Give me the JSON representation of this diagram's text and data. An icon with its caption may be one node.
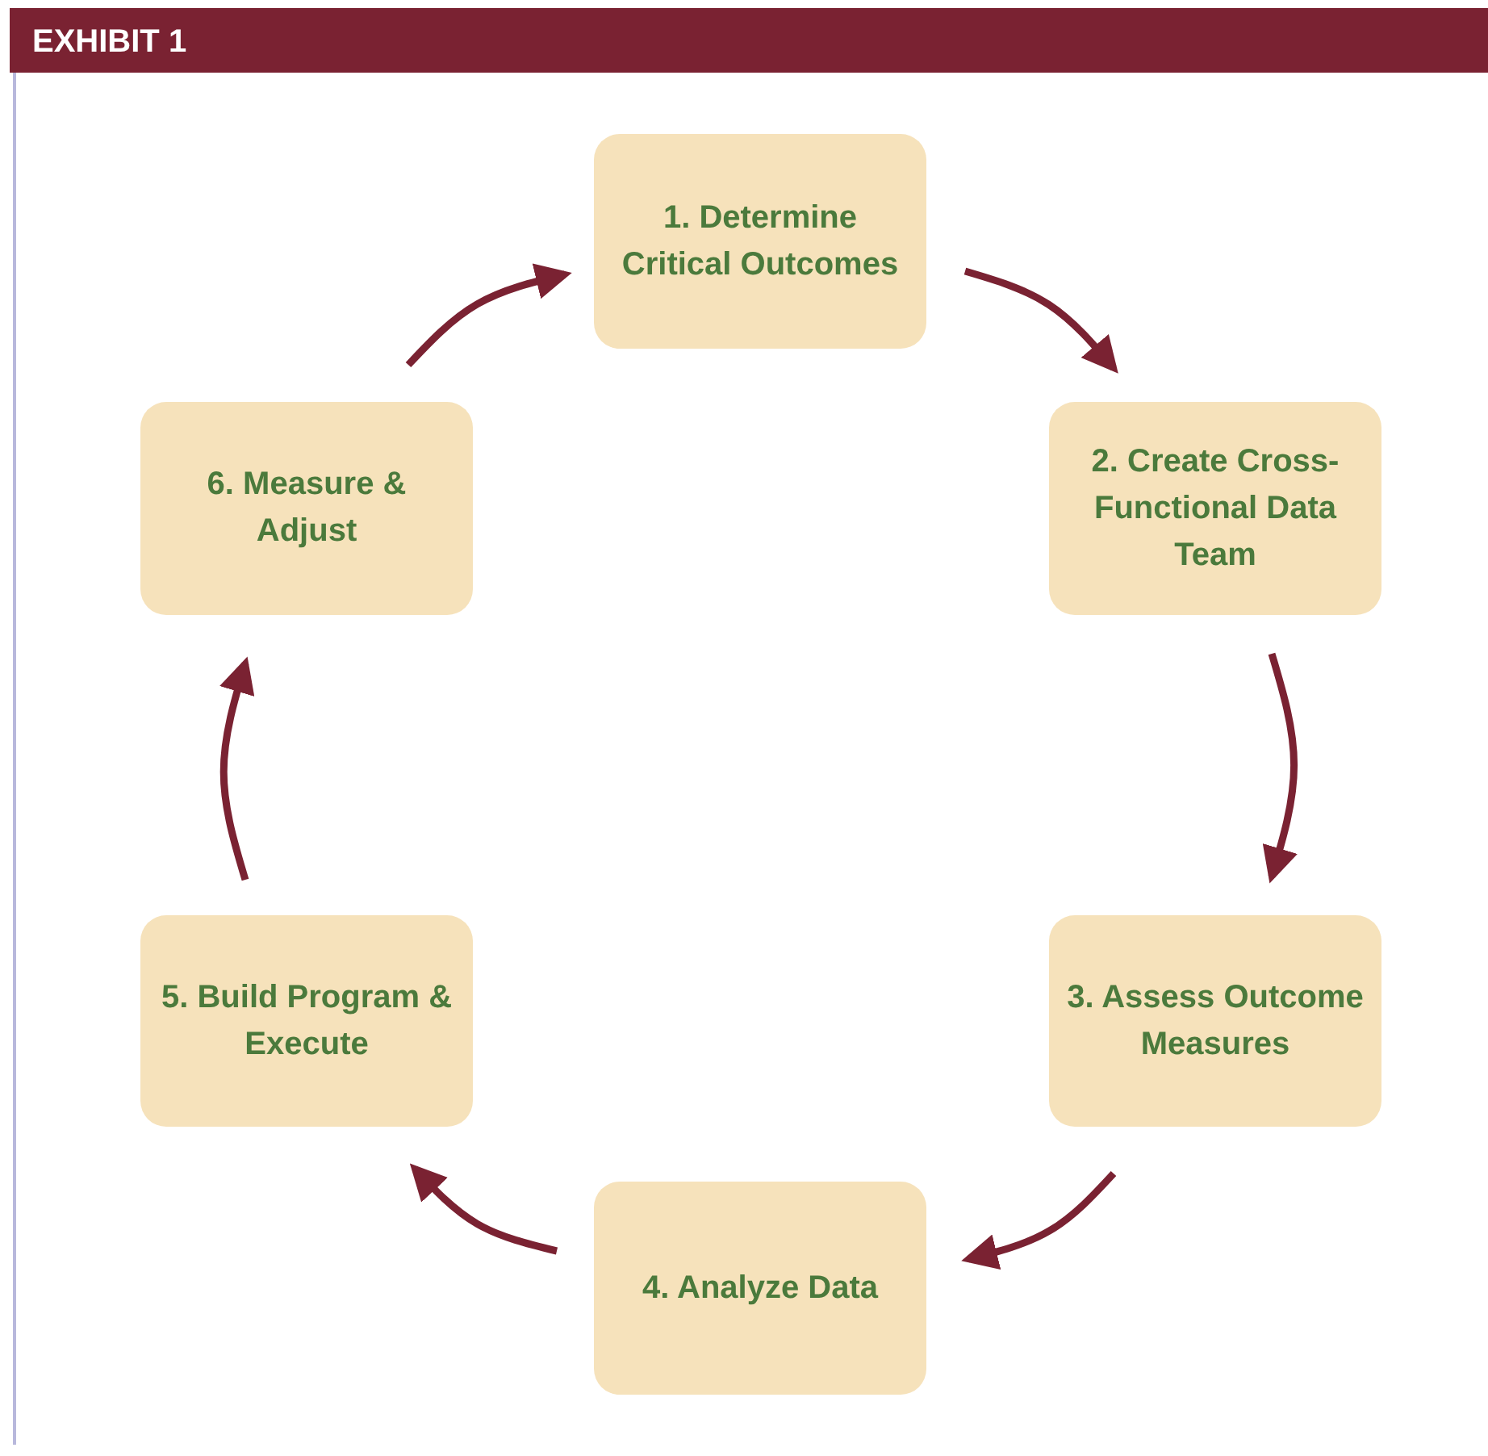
{
  "diagram": {
    "title": "EXHIBIT 1",
    "nodes": [
      {
        "text": [
          "1. Determine Critical Outcomes"
        ]
      },
      {
        "text": [
          "2. Create Cross-Functional Data Team"
        ]
      },
      {
        "text": [
          "3. Assess Outcome Measures"
        ]
      },
      {
        "text": [
          "4. Analyze Data"
        ]
      },
      {
        "text": [
          "5. Build Program & Execute"
        ]
      },
      {
        "text": [
          "6. Measure & Adjust"
        ]
      }
    ],
    "edges": [
      {
        "from": 0,
        "to": 1,
        "arrow": "to"
      },
      {
        "from": 1,
        "to": 2,
        "arrow": "to"
      },
      {
        "from": 2,
        "to": 3,
        "arrow": "to"
      },
      {
        "from": 3,
        "to": 4,
        "arrow": "to"
      },
      {
        "from": 4,
        "to": 5,
        "arrow": "to"
      },
      {
        "from": 5,
        "to": 0,
        "arrow": "to"
      }
    ]
  }
}
